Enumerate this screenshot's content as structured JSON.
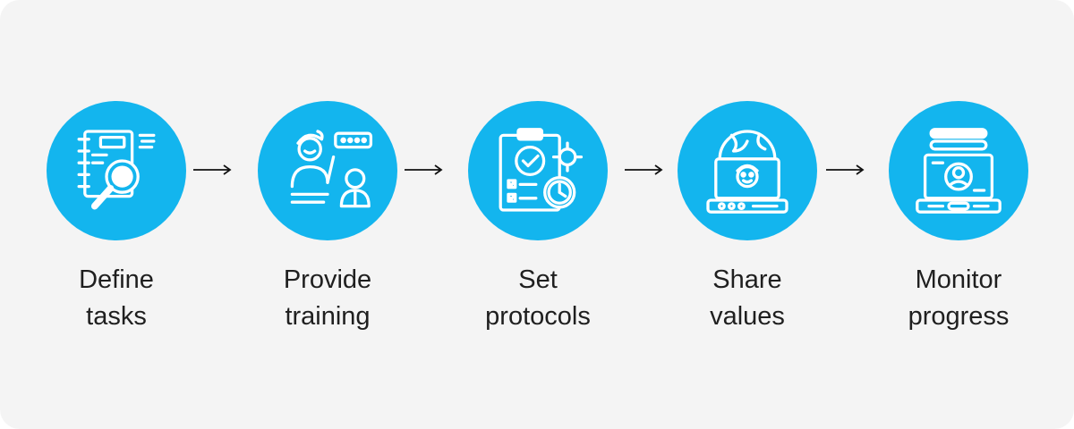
{
  "diagram": {
    "steps": [
      {
        "label_line1": "Define",
        "label_line2": "tasks",
        "icon": "notebook-magnifier-icon"
      },
      {
        "label_line1": "Provide",
        "label_line2": "training",
        "icon": "trainer-with-trainee-icon"
      },
      {
        "label_line1": "Set",
        "label_line2": "protocols",
        "icon": "clipboard-checklist-icon"
      },
      {
        "label_line1": "Share",
        "label_line2": "values",
        "icon": "globe-laptop-icon"
      },
      {
        "label_line1": "Monitor",
        "label_line2": "progress",
        "icon": "monitor-profile-icon"
      }
    ],
    "colors": {
      "circle": "#13b5ee",
      "icon": "#ffffff",
      "text": "#1f1f1f",
      "arrow": "#111111",
      "background": "#f4f4f4"
    }
  }
}
